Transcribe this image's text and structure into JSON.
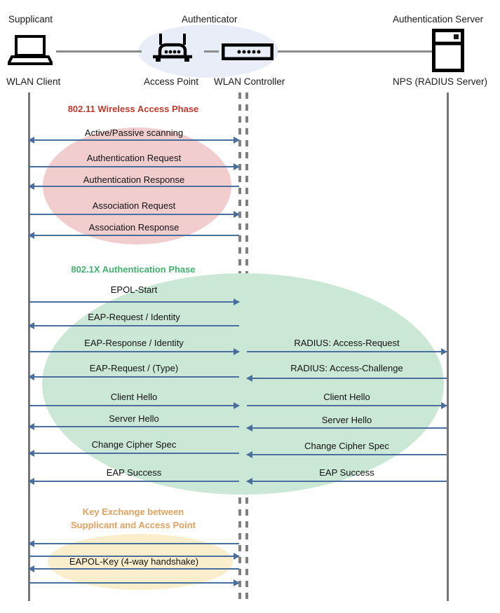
{
  "diagram": {
    "title": "802.1X / WPA2-Enterprise WLAN authentication sequence",
    "colors": {
      "phase_80211": "#c0392b",
      "phase_8021x": "#3fb36c",
      "phase_key": "#e0a060",
      "arrow": "#4a6f9e",
      "lifeline": "#767676",
      "ellipse_80211": "#f2cdcd",
      "ellipse_8021x": "#cbe8d6",
      "ellipse_key": "#fbeecd",
      "halo": "#e8edf7"
    }
  },
  "actors": [
    {
      "role": "Supplicant",
      "node": "WLAN Client",
      "icon": "laptop-icon"
    },
    {
      "role": "Authenticator",
      "node": "Access Point",
      "icon": "access-point-icon"
    },
    {
      "role": "",
      "node": "WLAN Controller",
      "icon": "wlan-controller-icon"
    },
    {
      "role": "Authentication Server",
      "node": "NPS (RADIUS Server)",
      "icon": "server-icon"
    }
  ],
  "phases": [
    {
      "id": "phase-80211",
      "title": "802.11 Wireless Access Phase",
      "color": "#c0392b"
    },
    {
      "id": "phase-8021x",
      "title": "802.1X Authentication Phase",
      "color": "#3fb36c"
    },
    {
      "id": "phase-key",
      "title_line1": "Key Exchange between",
      "title_line2": "Supplicant and Access Point",
      "color": "#e0a060"
    }
  ],
  "messages_left": [
    {
      "label": "Active/Passive scanning",
      "direction": "both"
    },
    {
      "label": "Authentication Request",
      "direction": "right"
    },
    {
      "label": "Authentication Response",
      "direction": "left"
    },
    {
      "label": "Association Request",
      "direction": "right"
    },
    {
      "label": "Association Response",
      "direction": "left"
    },
    {
      "label": "EPOL-Start",
      "direction": "right"
    },
    {
      "label": "EAP-Request / Identity",
      "direction": "left"
    },
    {
      "label": "EAP-Response / Identity",
      "direction": "right"
    },
    {
      "label": "EAP-Request / (Type)",
      "direction": "left"
    },
    {
      "label": "Client Hello",
      "direction": "right"
    },
    {
      "label": "Server Hello",
      "direction": "left"
    },
    {
      "label": "Change Cipher Spec",
      "direction": "left"
    },
    {
      "label": "EAP Success",
      "direction": "left"
    },
    {
      "label": "",
      "direction": "left"
    },
    {
      "label": "EAPOL-Key (4-way handshake)",
      "direction": "right"
    },
    {
      "label": "",
      "direction": "left"
    },
    {
      "label": "",
      "direction": "right"
    }
  ],
  "messages_right": [
    {
      "label": "RADIUS: Access-Request",
      "direction": "right"
    },
    {
      "label": "RADIUS: Access-Challenge",
      "direction": "left"
    },
    {
      "label": "Client Hello",
      "direction": "right"
    },
    {
      "label": "Server Hello",
      "direction": "left"
    },
    {
      "label": "Change Cipher Spec",
      "direction": "left"
    },
    {
      "label": "EAP Success",
      "direction": "left"
    }
  ]
}
